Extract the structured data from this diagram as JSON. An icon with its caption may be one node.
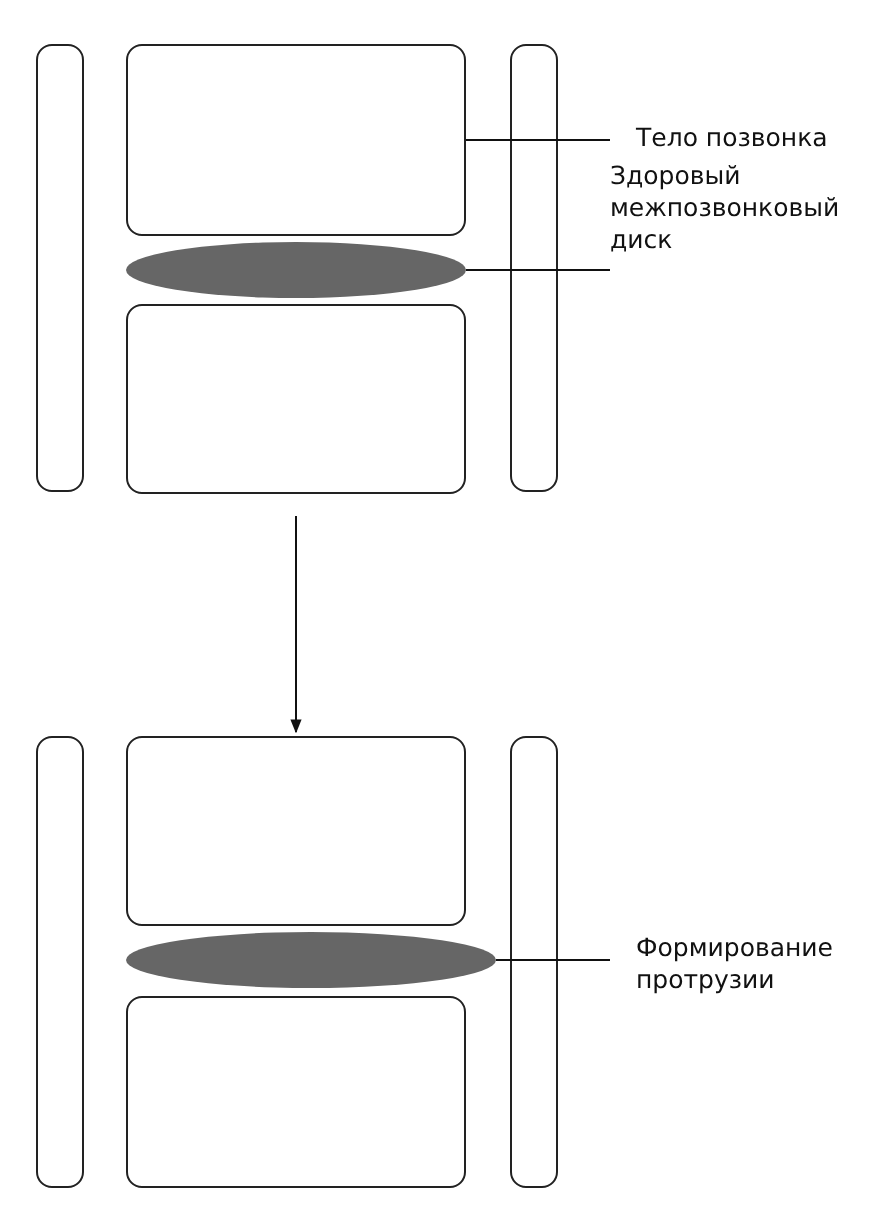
{
  "diagram": {
    "nodes": [
      {
        "text": [],
        "shape": "bar"
      },
      {
        "text": [],
        "shape": "box"
      },
      {
        "text": [],
        "shape": "bar"
      },
      {
        "text": [
          "Тело позвонка"
        ]
      },
      {
        "text": [],
        "shape": "ellipse"
      },
      {
        "text": [
          "Здоровый межпозвонковый диск"
        ]
      },
      {
        "text": [],
        "shape": "box"
      },
      {
        "text": [],
        "shape": "bar"
      },
      {
        "text": [],
        "shape": "box"
      },
      {
        "text": [],
        "shape": "bar"
      },
      {
        "text": [],
        "shape": "ellipse"
      },
      {
        "text": [
          "Формирование протрузии"
        ]
      },
      {
        "text": [],
        "shape": "box"
      }
    ],
    "edges": [
      {
        "from": 3,
        "to": 1,
        "arrow": "none"
      },
      {
        "from": 5,
        "to": 4,
        "arrow": "none"
      },
      {
        "from": 6,
        "to": 8,
        "arrow": "to"
      },
      {
        "from": 11,
        "to": 10,
        "arrow": "none"
      }
    ]
  }
}
